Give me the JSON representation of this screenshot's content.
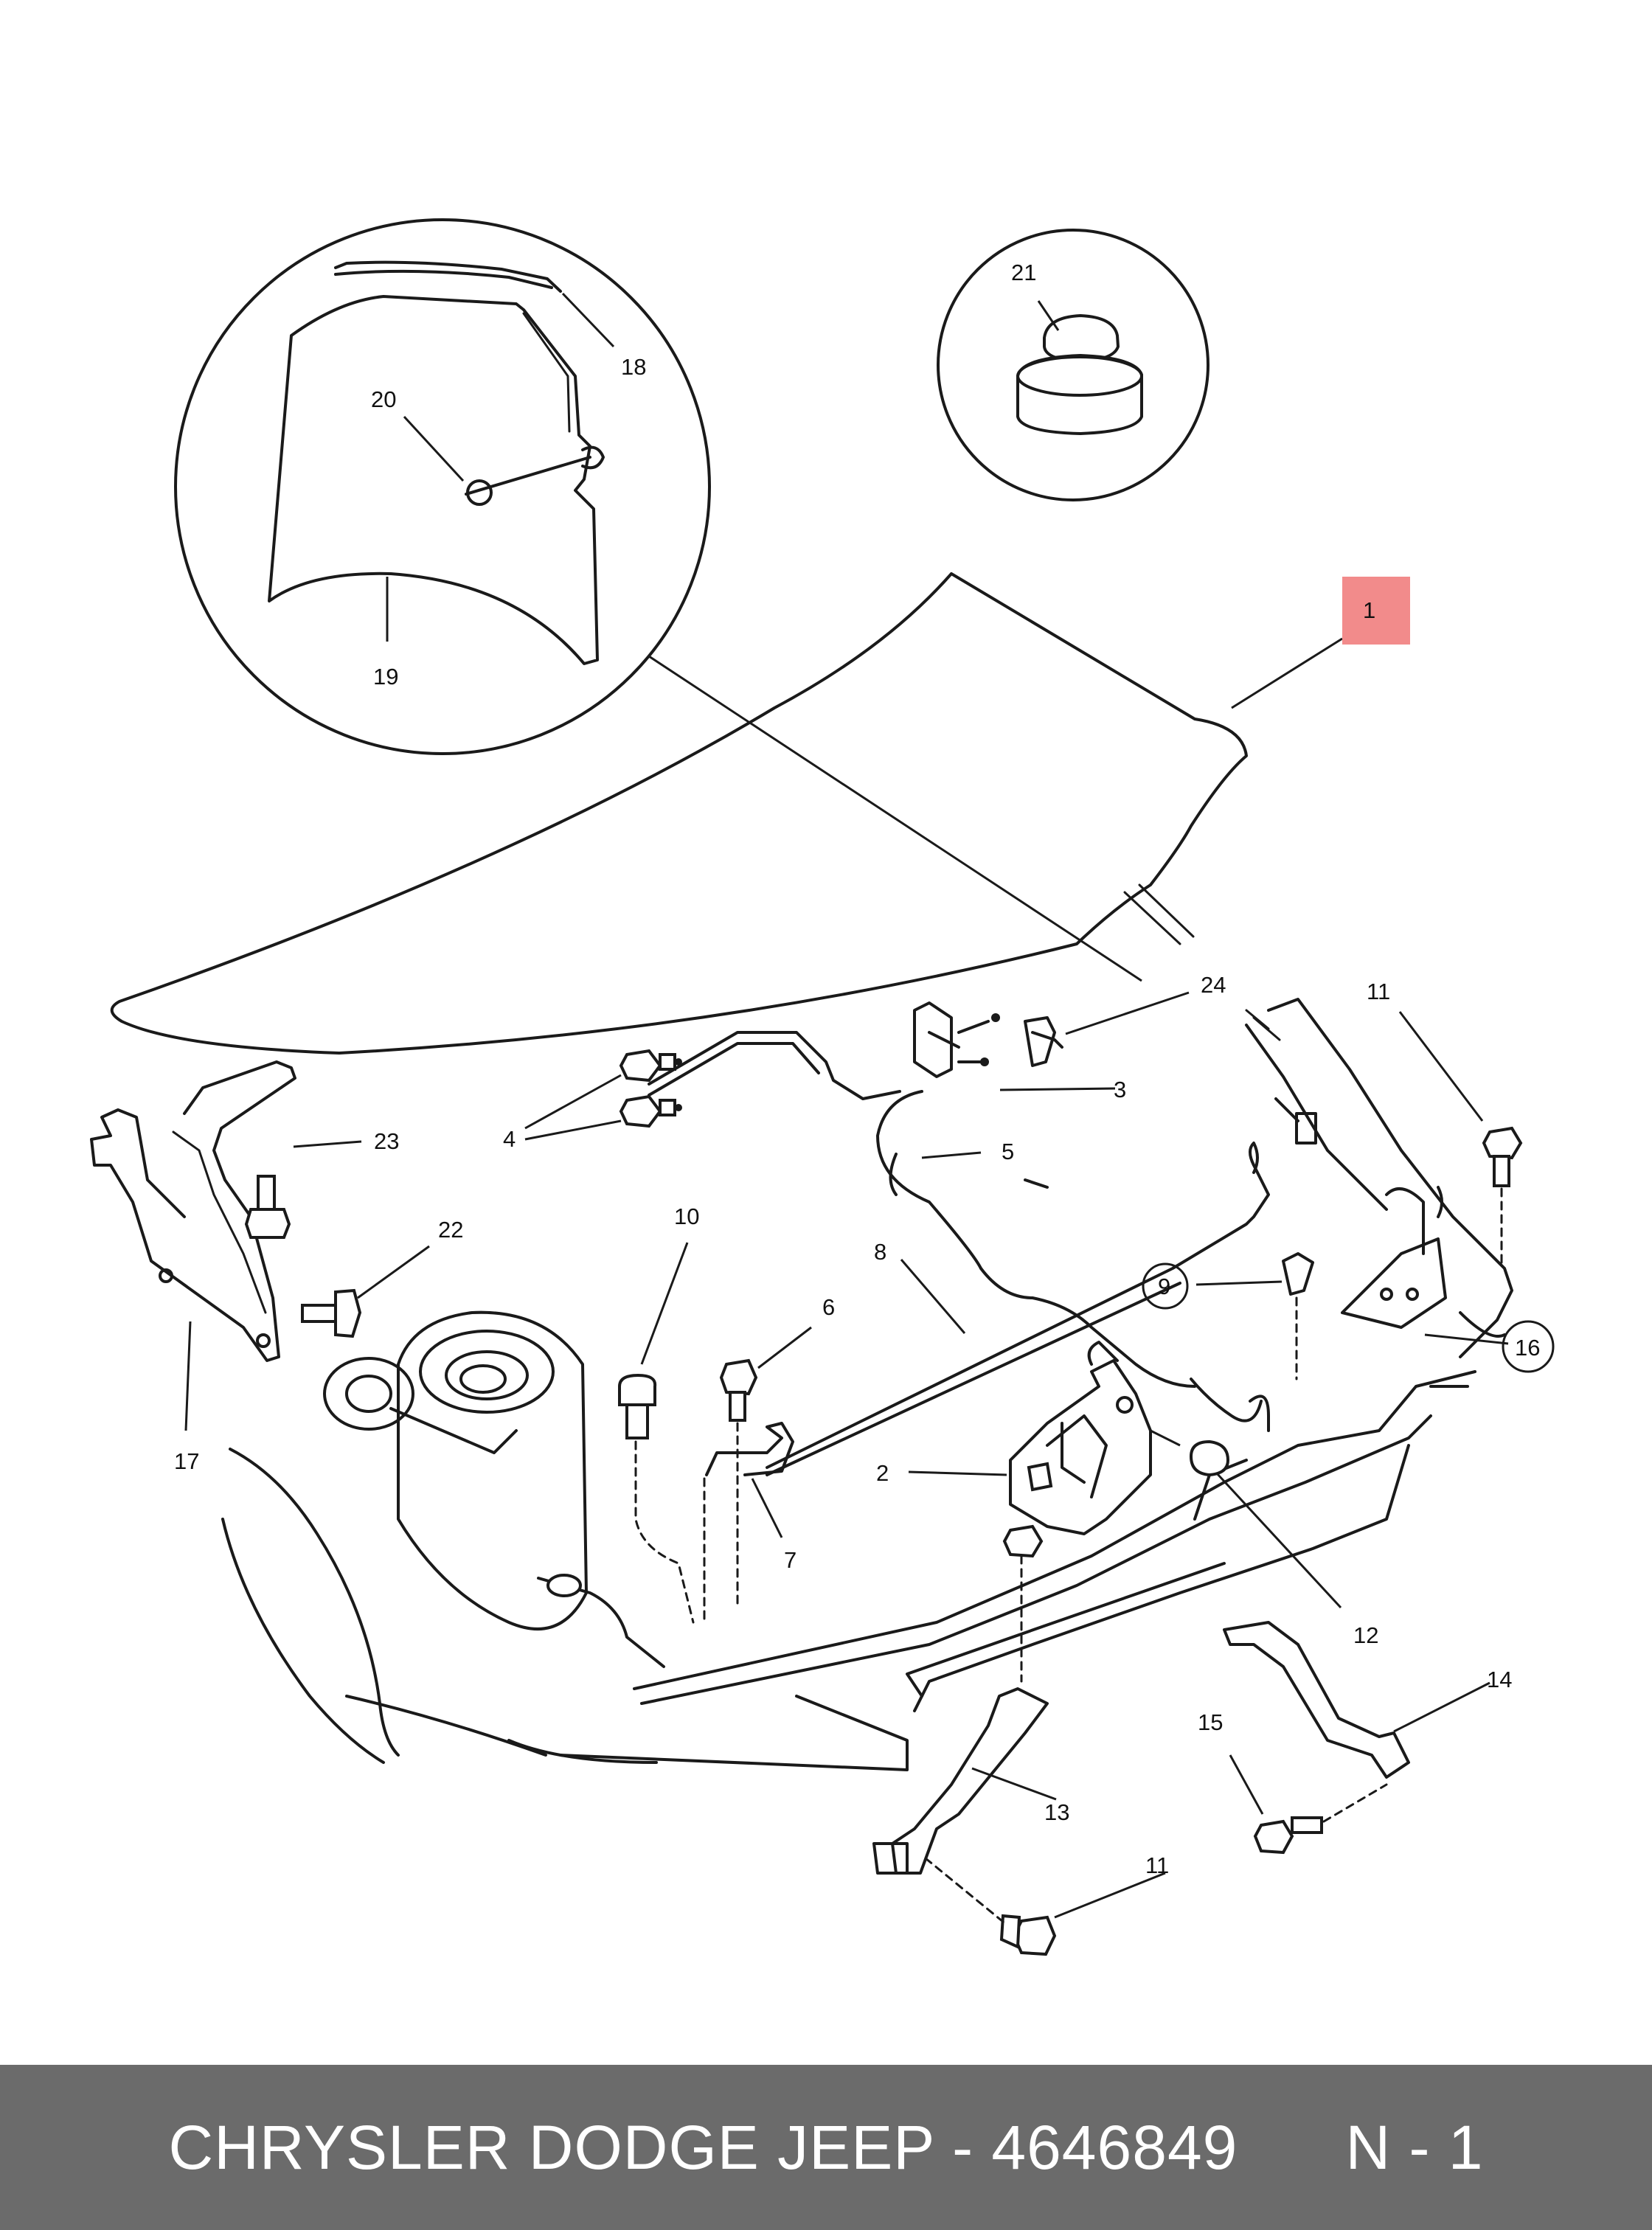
{
  "callouts": {
    "c1": "1",
    "c2": "2",
    "c3": "3",
    "c4": "4",
    "c5": "5",
    "c6": "6",
    "c7": "7",
    "c8": "8",
    "c9": "9",
    "c10": "10",
    "c11a": "11",
    "c11b": "11",
    "c12": "12",
    "c13": "13",
    "c14": "14",
    "c15": "15",
    "c16": "16",
    "c17": "17",
    "c18": "18",
    "c19": "19",
    "c20": "20",
    "c21": "21",
    "c22": "22",
    "c23": "23",
    "c24": "24"
  },
  "highlight": {
    "part": "1",
    "color": "#f28b8b"
  },
  "footer": {
    "brand_part": "CHRYSLER DODGE JEEP - 4646849",
    "page": "N - 1",
    "background": "#6b6b6b"
  }
}
